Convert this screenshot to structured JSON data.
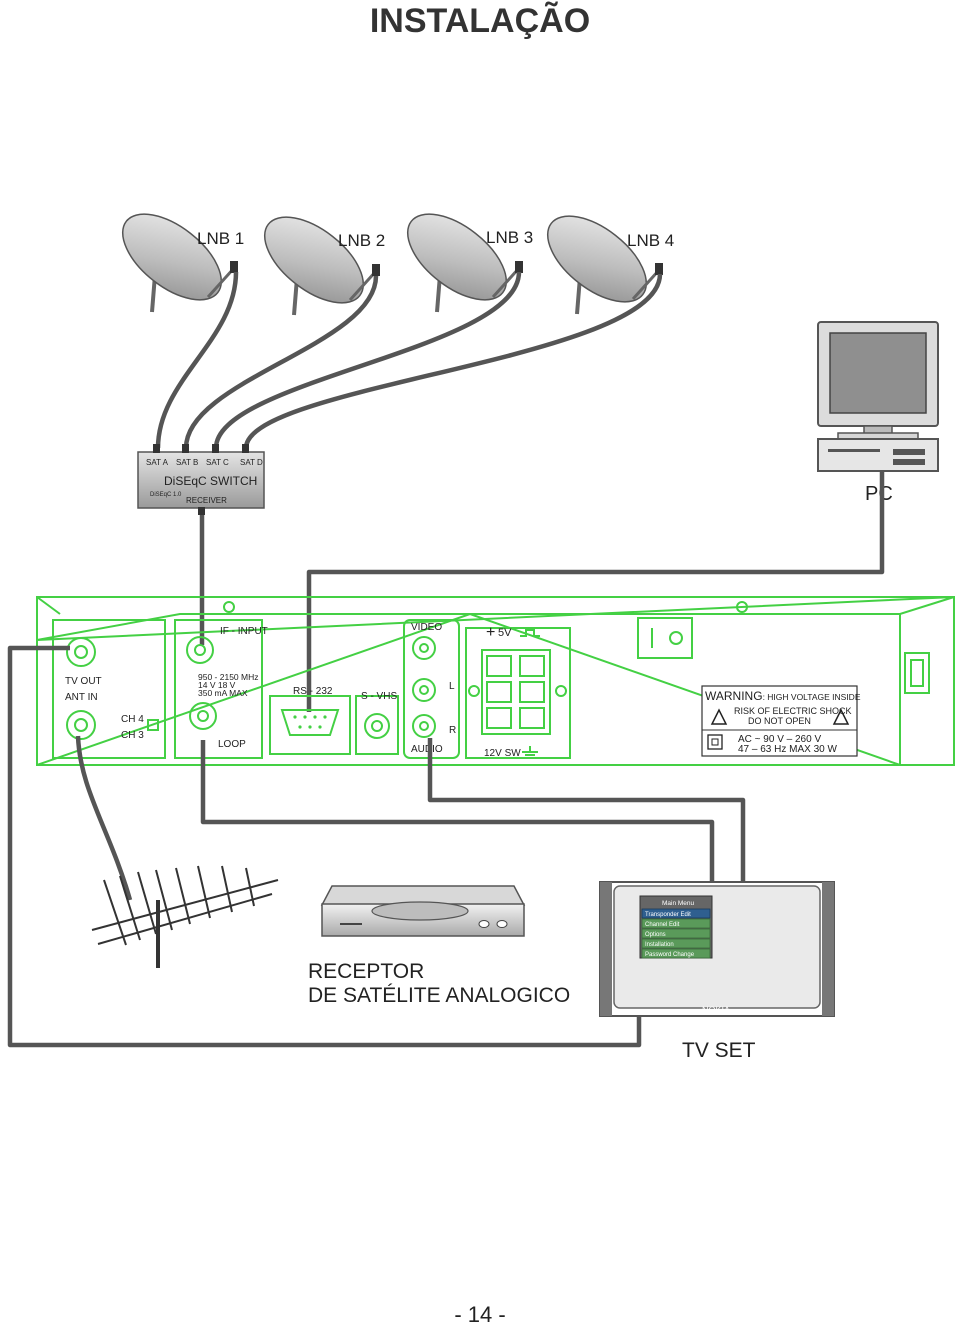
{
  "page": {
    "title": "INSTALAÇÃO",
    "page_number": "- 14 -"
  },
  "lnbs": [
    "LNB 1",
    "LNB 2",
    "LNB 3",
    "LNB 4"
  ],
  "diseqc": {
    "ports": [
      "SAT A",
      "SAT B",
      "SAT C",
      "SAT D"
    ],
    "name": "DiSEqC  SWITCH",
    "version": "DiSEqC 1.0",
    "receiver": "RECEIVER"
  },
  "pc": {
    "label": "PC"
  },
  "panel": {
    "tv_out": "TV   OUT",
    "ant_in": "ANT    IN",
    "ch4": "CH 4",
    "ch3": "CH 3",
    "if_input": "IF - INPUT",
    "freq": "950 - 2150 MHz",
    "voltage": "14  V  18   V",
    "current": "350 mA   MAX",
    "loop": "LOOP",
    "rs232": "RS - 232",
    "svhs": "S - VHS",
    "video": "VIDEO",
    "audio": "AUDIO",
    "l": "L",
    "r": "R",
    "five_v": "5V",
    "plus": "+",
    "twelve_v": "12V  SW",
    "warning": "WARNING",
    "warning_detail": ": HIGH VOLTAGE INSIDE",
    "risk1": "RISK  OF  ELECTRIC  SHOCK",
    "risk2": "DO  NOT  OPEN",
    "ac": "AC   ~   90   V  –  260   V",
    "hz": "47  –  63 Hz MAX 30 W"
  },
  "receptor": {
    "line1": "RECEPTOR",
    "line2": "DE SATÉLITE ANALOGICO"
  },
  "tv": {
    "label": "TV SET",
    "brand": "NOKIA",
    "menu_title": "Main  Menu",
    "menu_items": [
      "Transponder Edit",
      "Channel Edit",
      "Options",
      "Installation",
      "Password Change"
    ]
  },
  "colors": {
    "panel_outline": "#44d044",
    "cable": "#555555",
    "text": "#222222"
  }
}
